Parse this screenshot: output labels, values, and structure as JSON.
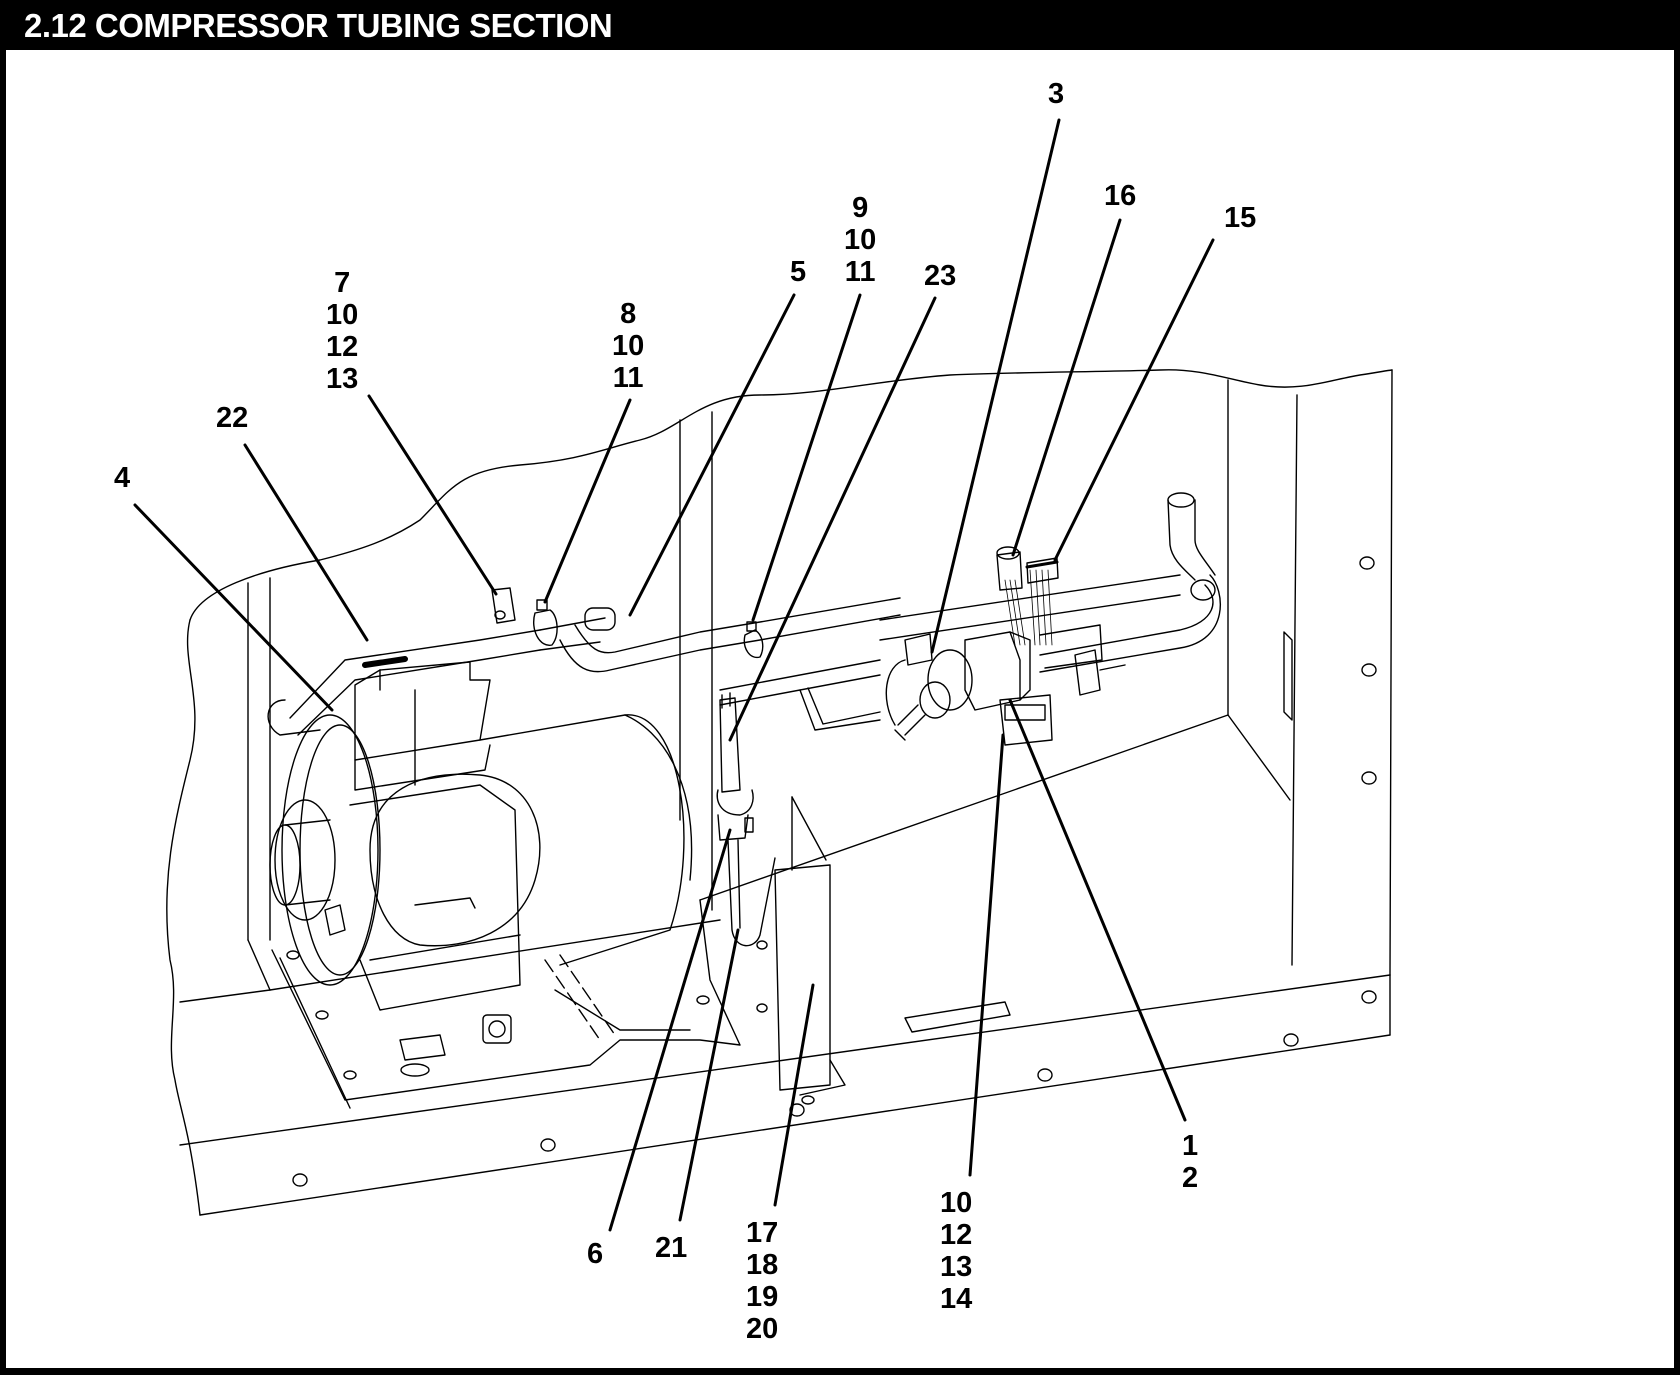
{
  "header": {
    "title": "2.12 COMPRESSOR TUBING SECTION"
  },
  "colors": {
    "title_bar": "#000000",
    "title_text": "#ffffff",
    "line_art": "#000000",
    "background": "#ffffff"
  },
  "callouts": [
    {
      "id": "c3",
      "lines": [
        "3"
      ]
    },
    {
      "id": "c16",
      "lines": [
        "16"
      ]
    },
    {
      "id": "c15",
      "lines": [
        "15"
      ]
    },
    {
      "id": "c9",
      "lines": [
        "9",
        "10",
        "11"
      ]
    },
    {
      "id": "c5",
      "lines": [
        "5"
      ]
    },
    {
      "id": "c23",
      "lines": [
        "23"
      ]
    },
    {
      "id": "c7",
      "lines": [
        "7",
        "10",
        "12",
        "13"
      ]
    },
    {
      "id": "c8",
      "lines": [
        "8",
        "10",
        "11"
      ]
    },
    {
      "id": "c22",
      "lines": [
        "22"
      ]
    },
    {
      "id": "c4",
      "lines": [
        "4"
      ]
    },
    {
      "id": "c1",
      "lines": [
        "1",
        "2"
      ]
    },
    {
      "id": "c10",
      "lines": [
        "10",
        "12",
        "13",
        "14"
      ]
    },
    {
      "id": "c17",
      "lines": [
        "17",
        "18",
        "19",
        "20"
      ]
    },
    {
      "id": "c21",
      "lines": [
        "21"
      ]
    },
    {
      "id": "c6",
      "lines": [
        "6"
      ]
    }
  ]
}
